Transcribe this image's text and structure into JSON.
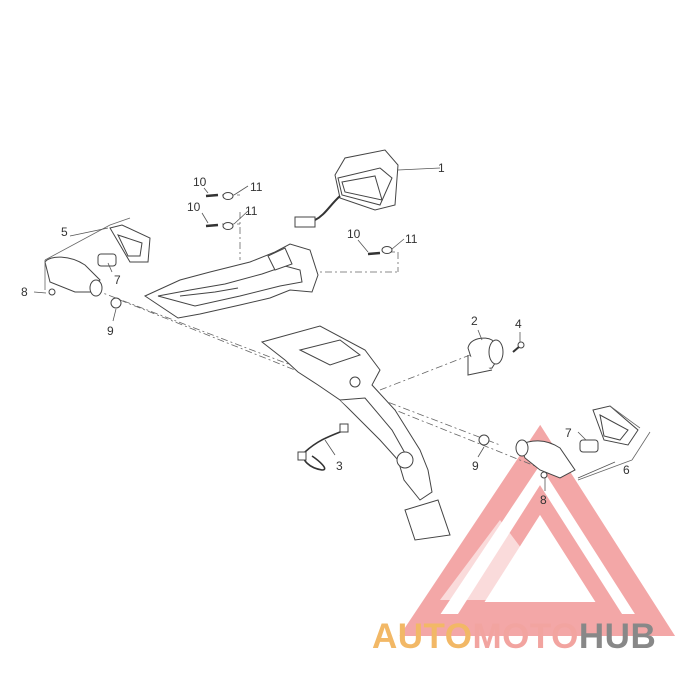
{
  "callouts": [
    "1",
    "2",
    "3",
    "4",
    "5",
    "6",
    "7",
    "7",
    "8",
    "8",
    "9",
    "9",
    "10",
    "10",
    "10",
    "11",
    "11",
    "11"
  ],
  "watermark": {
    "brand_part1": "AUTO",
    "brand_part2": "MOTO",
    "brand_part3": "HUB",
    "colors": {
      "auto": "#f2b866",
      "moto": "#f2a4a0",
      "hub": "#888888",
      "logo": "#f08a8a"
    }
  }
}
